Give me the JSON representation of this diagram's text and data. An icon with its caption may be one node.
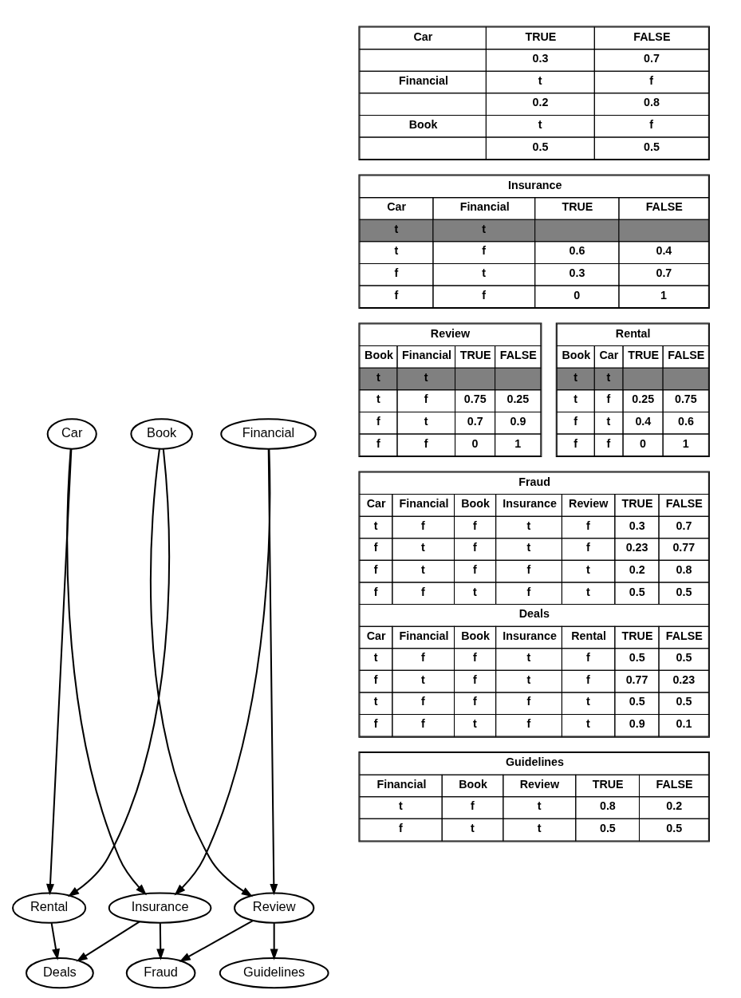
{
  "diagram": {
    "nodes": [
      {
        "text": [
          "Car"
        ]
      },
      {
        "text": [
          "Financial"
        ]
      },
      {
        "text": [
          "Book"
        ]
      },
      {
        "text": [
          "Insurance"
        ]
      },
      {
        "text": [
          "Review"
        ]
      },
      {
        "text": [
          "Rental"
        ]
      },
      {
        "text": [
          "Fraud"
        ]
      },
      {
        "text": [
          "Guidelines"
        ]
      },
      {
        "text": [
          "Deals"
        ]
      }
    ],
    "edges": [
      {
        "from": 0,
        "to": 3,
        "arrow": "to"
      },
      {
        "from": 0,
        "to": 5,
        "arrow": "to"
      },
      {
        "from": 1,
        "to": 3,
        "arrow": "to"
      },
      {
        "from": 1,
        "to": 4,
        "arrow": "to"
      },
      {
        "from": 2,
        "to": 4,
        "arrow": "to"
      },
      {
        "from": 2,
        "to": 5,
        "arrow": "to"
      },
      {
        "from": 3,
        "to": 6,
        "arrow": "to"
      },
      {
        "from": 3,
        "to": 8,
        "arrow": "to"
      },
      {
        "from": 4,
        "to": 6,
        "arrow": "to"
      },
      {
        "from": 4,
        "to": 7,
        "arrow": "to"
      },
      {
        "from": 5,
        "to": 8,
        "arrow": "to"
      }
    ],
    "labels": [
      "Car",
      "TRUE",
      "FALSE",
      "0.3",
      "0.7",
      "Financial",
      "t",
      "f",
      "0.2",
      "0.8",
      "Book",
      "t",
      "f",
      "0.5",
      "0.5",
      "Insurance",
      "Car",
      "Financial",
      "TRUE",
      "FALSE",
      "t",
      "t",
      "t",
      "f",
      "0.6",
      "0.4",
      "f",
      "t",
      "0.3",
      "0.7",
      "f",
      "f",
      "0",
      "1",
      "Review",
      "Book",
      "Financial",
      "TRUE",
      "FALSE",
      "t",
      "t",
      "t",
      "f",
      "0.75",
      "0.25",
      "f",
      "t",
      "0.7",
      "0.9",
      "f",
      "f",
      "0",
      "1",
      "Rental",
      "Book",
      "Car",
      "TRUE",
      "FALSE",
      "t",
      "t",
      "t",
      "f",
      "0.25",
      "0.75",
      "f",
      "t",
      "0.4",
      "0.6",
      "f",
      "f",
      "0",
      "1",
      "Fraud",
      "Car",
      "Financial",
      "Book",
      "Insurance",
      "Review",
      "TRUE",
      "FALSE",
      "t",
      "f",
      "f",
      "t",
      "f",
      "0.3",
      "0.7",
      "f",
      "t",
      "f",
      "t",
      "f",
      "0.23",
      "0.77",
      "f",
      "t",
      "f",
      "f",
      "t",
      "0.2",
      "0.8",
      "f",
      "f",
      "t",
      "f",
      "t",
      "0.5",
      "0.5",
      "Deals",
      "Car",
      "Financial",
      "Book",
      "Insurance",
      "Rental",
      "TRUE",
      "FALSE",
      "t",
      "f",
      "f",
      "t",
      "f",
      "0.5",
      "0.5",
      "f",
      "t",
      "f",
      "t",
      "f",
      "0.77",
      "0.23",
      "t",
      "f",
      "f",
      "f",
      "t",
      "0.5",
      "0.5",
      "f",
      "f",
      "t",
      "f",
      "t",
      "0.9",
      "0.1",
      "Guidelines",
      "Financial",
      "Book",
      "Review",
      "TRUE",
      "FALSE",
      "t",
      "f",
      "t",
      "0.8",
      "0.2",
      "f",
      "t",
      "t",
      "0.5",
      "0.5"
    ]
  }
}
